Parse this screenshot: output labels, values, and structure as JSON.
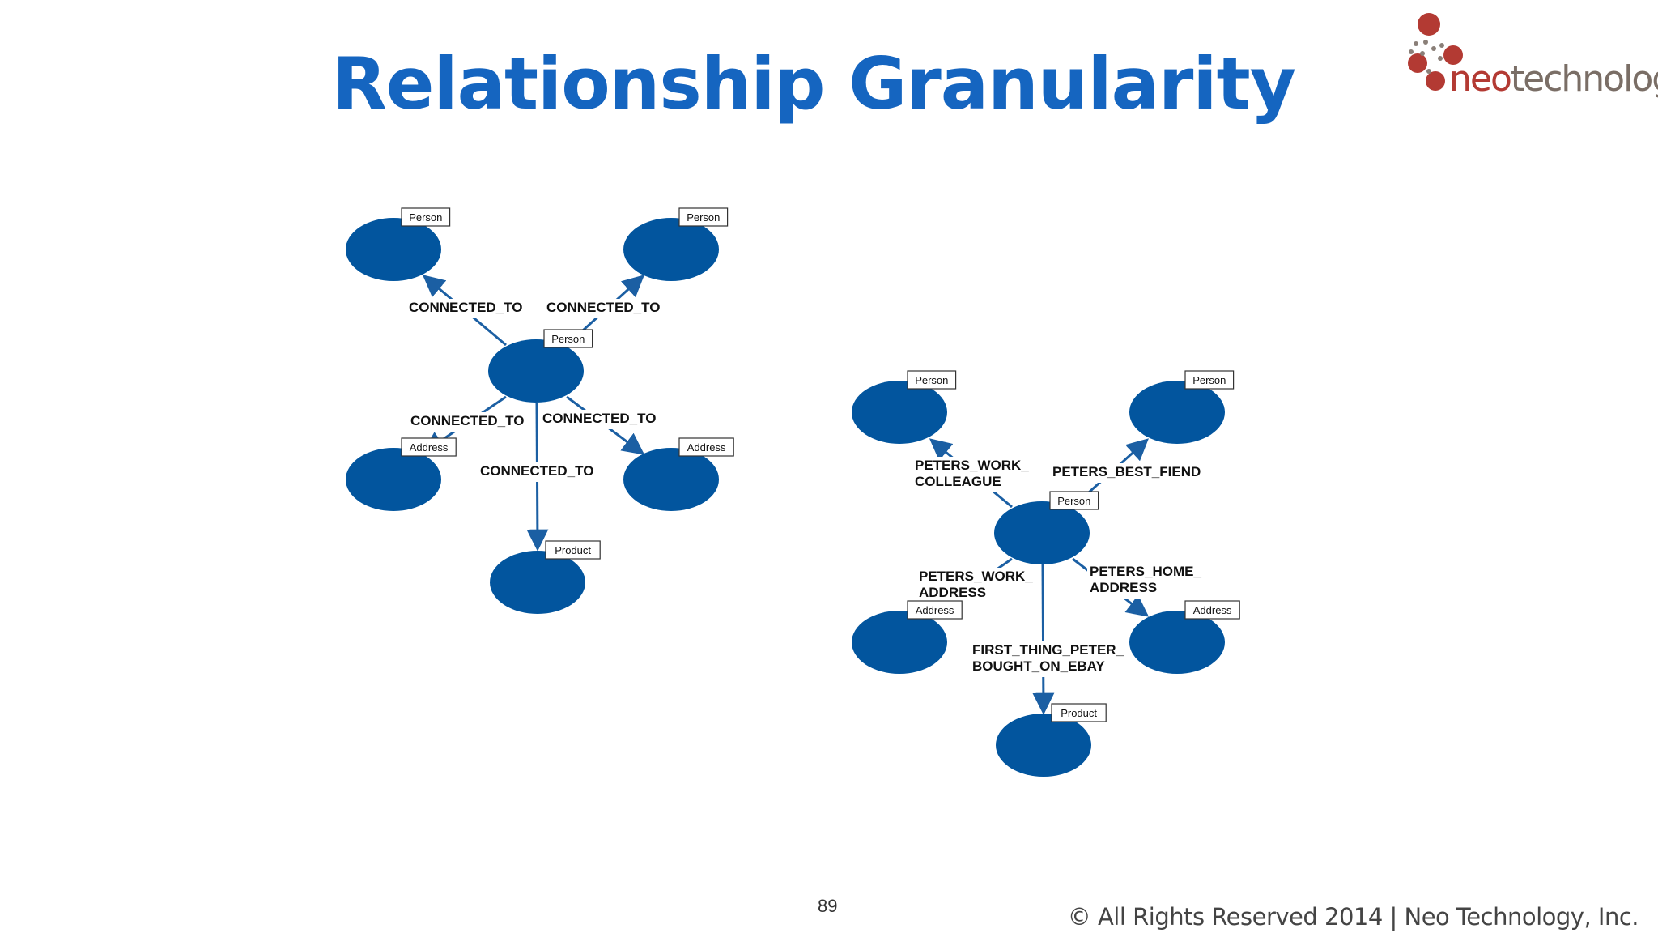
{
  "slide": {
    "title": "Relationship Granularity",
    "page_number": "89",
    "copyright": "© All Rights Reserved 2014 | Neo Technology, Inc."
  },
  "logo": {
    "neo": "neo",
    "technology": "technology"
  },
  "colors": {
    "title": "#1565c0",
    "node": "#02559e",
    "edge": "#1b5fa3",
    "logo_red": "#b33a33"
  },
  "diagram_left": {
    "nodes": [
      {
        "id": "L1",
        "label": "Person"
      },
      {
        "id": "L2",
        "label": "Person"
      },
      {
        "id": "Lc",
        "label": "Person"
      },
      {
        "id": "L4",
        "label": "Address"
      },
      {
        "id": "L5",
        "label": "Address"
      },
      {
        "id": "L6",
        "label": "Product"
      }
    ],
    "relationships": [
      {
        "from": "Lc",
        "to": "L1",
        "label": [
          "CONNECTED_TO"
        ]
      },
      {
        "from": "Lc",
        "to": "L2",
        "label": [
          "CONNECTED_TO"
        ]
      },
      {
        "from": "Lc",
        "to": "L4",
        "label": [
          "CONNECTED_TO"
        ]
      },
      {
        "from": "Lc",
        "to": "L5",
        "label": [
          "CONNECTED_TO"
        ]
      },
      {
        "from": "Lc",
        "to": "L6",
        "label": [
          "CONNECTED_TO"
        ]
      }
    ]
  },
  "diagram_right": {
    "nodes": [
      {
        "id": "R1",
        "label": "Person"
      },
      {
        "id": "R2",
        "label": "Person"
      },
      {
        "id": "Rc",
        "label": "Person"
      },
      {
        "id": "R4",
        "label": "Address"
      },
      {
        "id": "R5",
        "label": "Address"
      },
      {
        "id": "R6",
        "label": "Product"
      }
    ],
    "relationships": [
      {
        "from": "Rc",
        "to": "R1",
        "label": [
          "PETERS_WORK_",
          "COLLEAGUE"
        ]
      },
      {
        "from": "Rc",
        "to": "R2",
        "label": [
          "PETERS_BEST_FIEND"
        ]
      },
      {
        "from": "Rc",
        "to": "R4",
        "label": [
          "PETERS_WORK_",
          "ADDRESS"
        ]
      },
      {
        "from": "Rc",
        "to": "R5",
        "label": [
          "PETERS_HOME_",
          "ADDRESS"
        ]
      },
      {
        "from": "Rc",
        "to": "R6",
        "label": [
          "FIRST_THING_PETER_",
          "BOUGHT_ON_EBAY"
        ]
      }
    ]
  }
}
